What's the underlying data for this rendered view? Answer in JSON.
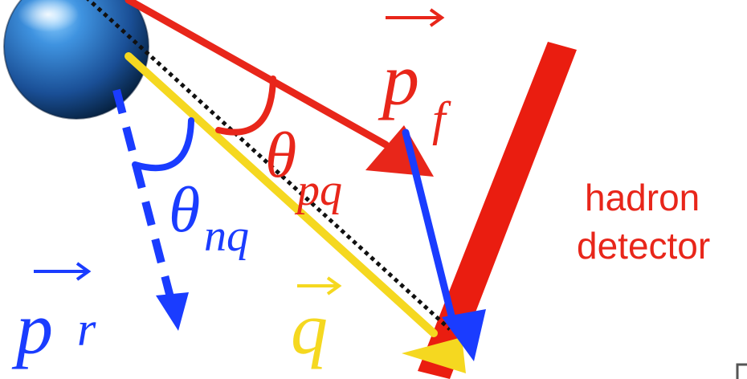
{
  "colors": {
    "red": "#e8261a",
    "blue": "#1a3cff",
    "yellow": "#f5d820",
    "black": "#111111",
    "ball_dark": "#0d2f5e",
    "ball_light": "#62b8ff"
  },
  "labels": {
    "pf_main": "p",
    "pf_sub": "f",
    "pr_main": "p",
    "pr_sub": "r",
    "q": "q",
    "theta_pq": "θ",
    "theta_pq_sub": "pq",
    "theta_nq": "θ",
    "theta_nq_sub": "nq",
    "detector_line1": "hadron",
    "detector_line2": "detector"
  }
}
